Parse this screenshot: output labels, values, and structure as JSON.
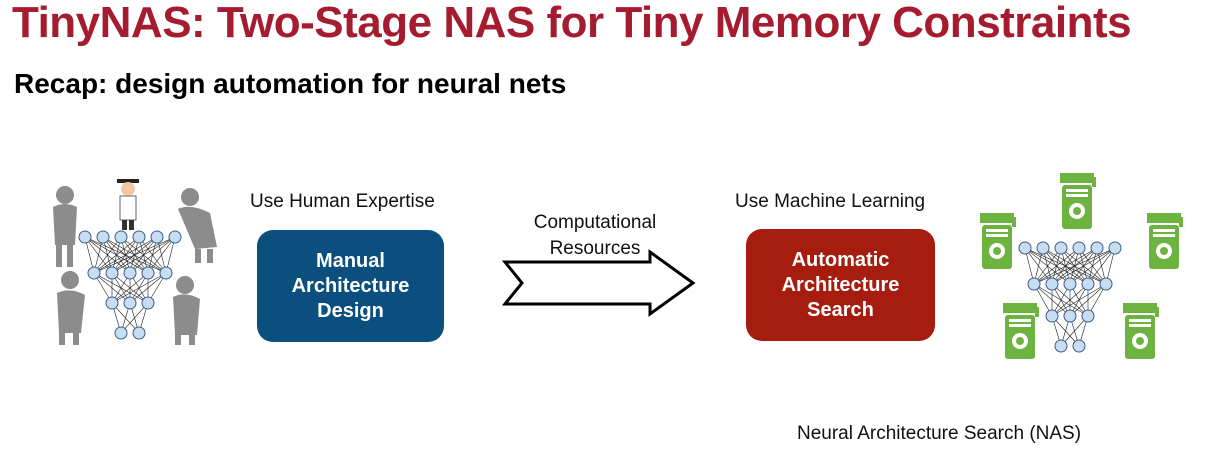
{
  "slide": {
    "title": "TinyNAS: Two-Stage NAS for Tiny Memory Constraints",
    "subtitle": "Recap: design automation for neural nets"
  },
  "diagram": {
    "left_caption": "Use Human Expertise",
    "manual_box_lines": [
      "Manual",
      "Architecture",
      "Design"
    ],
    "arrow_label_lines": [
      "Computational",
      "Resources"
    ],
    "right_caption": "Use Machine Learning",
    "auto_box_lines": [
      "Automatic",
      "Architecture",
      "Search"
    ],
    "nas_caption": "Neural Architecture Search (NAS)",
    "colors": {
      "title": "#a51c30",
      "manual_box": "#0b4f7f",
      "auto_box": "#a61c0e",
      "gpu_green": "#6db33f",
      "node_fill": "#c9ddf2"
    }
  }
}
